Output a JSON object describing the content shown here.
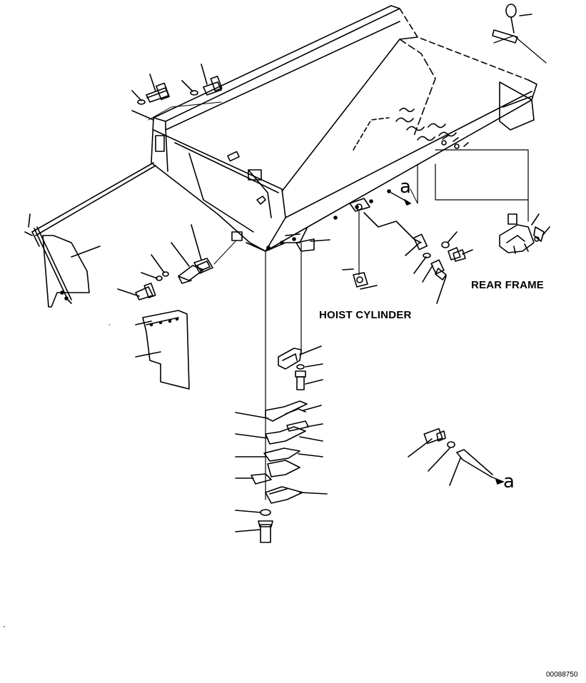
{
  "diagram": {
    "labels": {
      "rear_frame": "REAR FRAME",
      "hoist_cylinder": "HOIST CYLINDER",
      "view_marker_top": "a",
      "view_marker_bottom": "a",
      "drawing_number": "00088750"
    },
    "colors": {
      "ink": "#000000",
      "paper": "#ffffff"
    }
  }
}
